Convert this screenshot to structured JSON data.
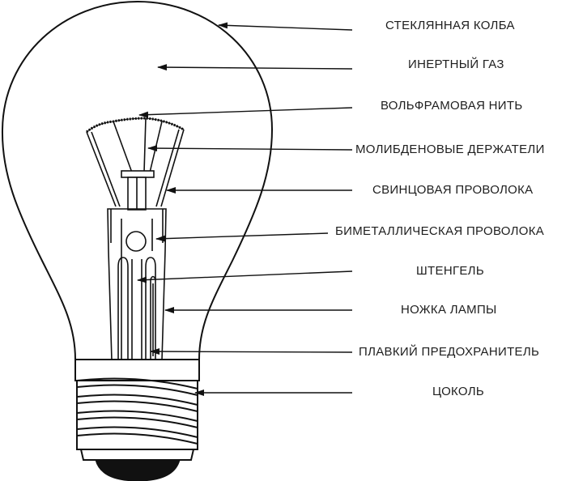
{
  "colors": {
    "ink": "#111111",
    "text": "#1e1e1e",
    "background": "#ffffff"
  },
  "labels": [
    {
      "id": "glass-bulb",
      "text": "СТЕКЛЯННАЯ КОЛБА"
    },
    {
      "id": "inert-gas",
      "text": "ИНЕРТНЫЙ ГАЗ"
    },
    {
      "id": "tungsten-filament",
      "text": "ВОЛЬФРАМОВАЯ НИТЬ"
    },
    {
      "id": "molybdenum-holders",
      "text": "МОЛИБДЕНОВЫЕ ДЕРЖАТЕЛИ"
    },
    {
      "id": "lead-wire",
      "text": "СВИНЦОВАЯ ПРОВОЛОКА"
    },
    {
      "id": "bimetallic-wire",
      "text": "БИМЕТАЛЛИЧЕСКАЯ ПРОВОЛОКА"
    },
    {
      "id": "stem-tube",
      "text": "ШТЕНГЕЛЬ"
    },
    {
      "id": "lamp-stem",
      "text": "НОЖКА ЛАМПЫ"
    },
    {
      "id": "fuse",
      "text": "ПЛАВКИЙ ПРЕДОХРАНИТЕЛЬ"
    },
    {
      "id": "base",
      "text": "ЦОКОЛЬ"
    }
  ]
}
